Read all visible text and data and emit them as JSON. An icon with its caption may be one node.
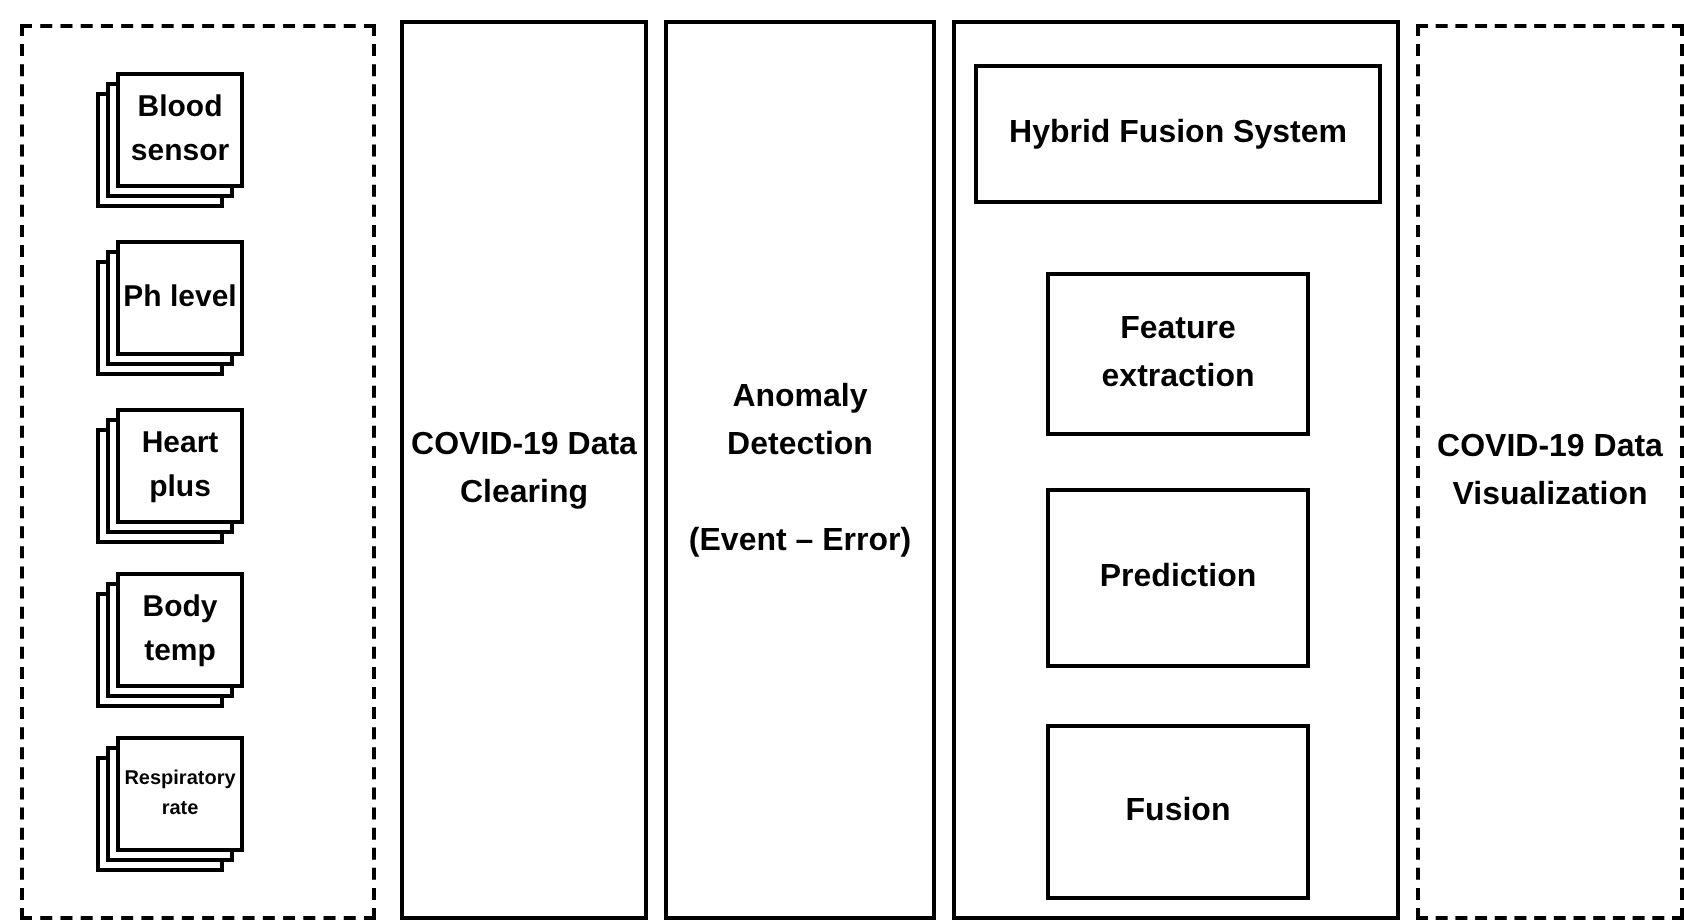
{
  "diagram": {
    "nodes": [
      {
        "text": [],
        "shape": "box"
      },
      {
        "text": [
          "Blood sensor"
        ],
        "in": 0
      },
      {
        "text": [
          "Ph level"
        ],
        "in": 0
      },
      {
        "text": [
          "Heart plus"
        ],
        "in": 0
      },
      {
        "text": [
          "Body temp"
        ],
        "in": 0
      },
      {
        "text": [
          "Respiratory rate"
        ],
        "in": 0
      },
      {
        "text": [
          "COVID-19 Data Clearing"
        ]
      },
      {
        "text": [
          "Anomaly Detection",
          "(Event – Error)"
        ]
      },
      {
        "text": [],
        "shape": "box"
      },
      {
        "text": [
          "Hybrid Fusion System"
        ],
        "in": 8
      },
      {
        "text": [
          "Feature extraction"
        ],
        "in": 8
      },
      {
        "text": [
          "Prediction"
        ],
        "in": 8
      },
      {
        "text": [
          "Fusion"
        ],
        "in": 8
      },
      {
        "text": [
          "COVID-19 Data Visualization"
        ]
      }
    ],
    "edges": []
  }
}
